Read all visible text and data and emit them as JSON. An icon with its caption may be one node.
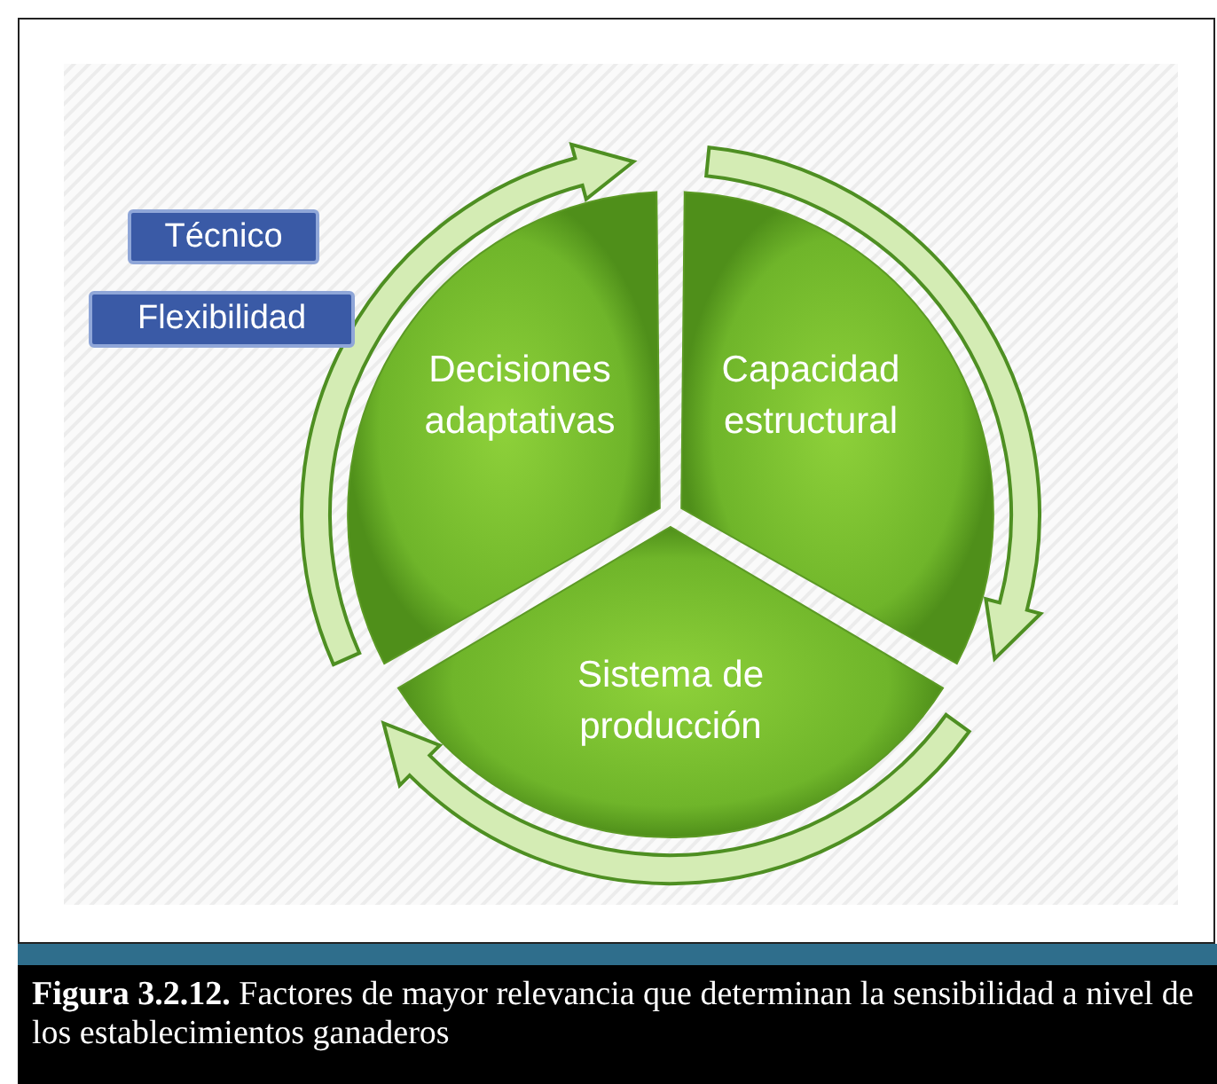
{
  "diagram": {
    "caption": "**Figura 3.2.12.** Factores de mayor relevancia que determinan la sensibilidad a nivel de los establecimientos ganaderos",
    "nodes": [
      {
        "text": [
          "Técnico"
        ]
      },
      {
        "text": [
          "Flexibilidad"
        ]
      },
      {
        "text": [
          "Decisiones adaptativas"
        ]
      },
      {
        "text": [
          "Capacidad estructural"
        ]
      },
      {
        "text": [
          "Sistema de producción"
        ]
      }
    ],
    "edges": [
      {
        "from": 2,
        "to": 3,
        "arrow": "to"
      },
      {
        "from": 3,
        "to": 4,
        "arrow": "to"
      },
      {
        "from": 4,
        "to": 2,
        "arrow": "to"
      }
    ]
  }
}
